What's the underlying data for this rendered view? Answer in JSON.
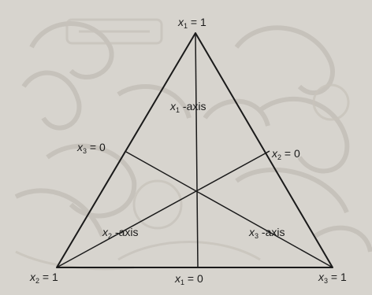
{
  "diagram": {
    "vertices": {
      "top": {
        "variable": "x",
        "index": "1",
        "text": " = 1"
      },
      "bottom_left": {
        "variable": "x",
        "index": "2",
        "text": " = 1"
      },
      "bottom_right": {
        "variable": "x",
        "index": "3",
        "text": " = 1"
      }
    },
    "edge_labels": {
      "left_edge": {
        "variable": "x",
        "index": "3",
        "text": " = 0"
      },
      "right_edge": {
        "variable": "x",
        "index": "2",
        "text": " = 0"
      },
      "bottom_edge": {
        "variable": "x",
        "index": "1",
        "text": " = 0"
      }
    },
    "axes": {
      "x1": {
        "variable": "x",
        "index": "1",
        "text": " -axis"
      },
      "x2": {
        "variable": "x",
        "index": "2",
        "text": " -axis"
      },
      "x3": {
        "variable": "x",
        "index": "3",
        "text": " -axis"
      }
    }
  },
  "colors": {
    "background": "#d7d4ce",
    "ink": "#1a1a1a",
    "watermark": "#bdb8b1"
  }
}
